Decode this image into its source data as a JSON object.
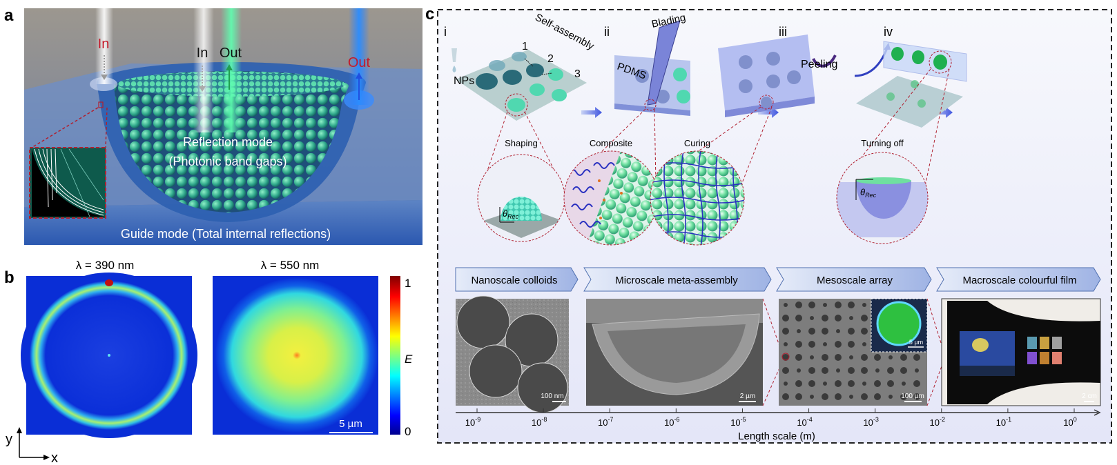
{
  "panel_a": {
    "label": "a",
    "in_left": "In",
    "in_center": "In",
    "out_center": "Out",
    "out_right": "Out",
    "reflection_mode": "Reflection mode",
    "reflection_sub": "(Photonic band gaps)",
    "guide_mode": "Guide mode (Total internal reflections)"
  },
  "panel_b": {
    "label": "b",
    "title_left": "λ = 390 nm",
    "title_right": "λ = 550 nm",
    "colorbar": {
      "max": "1",
      "min": "0",
      "label": "E"
    },
    "scale_bar": "5 µm",
    "axis_y": "y",
    "axis_x": "x"
  },
  "panel_c": {
    "label": "c",
    "steps": [
      {
        "numeral": "i",
        "caption": "Shaping"
      },
      {
        "numeral": "ii",
        "caption": "Composite"
      },
      {
        "numeral": "iii",
        "caption": "Curing"
      },
      {
        "numeral": "iv",
        "caption": "Turning off"
      }
    ],
    "annotations": {
      "nps": "NPs",
      "self_assembly": "Self-assembly",
      "n1": "1",
      "n2": "2",
      "n3": "3",
      "blading": "Blading",
      "pdms": "PDMS",
      "peeling": "Peeling",
      "theta": "θ",
      "rec": "Rec"
    },
    "scales": [
      {
        "label": "Nanoscale colloids",
        "scale_bar": "100 nm"
      },
      {
        "label": "Microscale meta-assembly",
        "scale_bar": "2 µm"
      },
      {
        "label": "Mesoscale array",
        "scale_bar": "100 µm",
        "inset_scale_bar": "5 µm"
      },
      {
        "label": "Macroscale colourful film",
        "scale_bar": "2 cm"
      }
    ],
    "axis": {
      "title": "Length scale (m)",
      "tick_base": "10",
      "tick_exponents": [
        "-9",
        "-8",
        "-7",
        "-6",
        "-5",
        "-4",
        "-3",
        "-2",
        "-1",
        "0"
      ]
    }
  }
}
